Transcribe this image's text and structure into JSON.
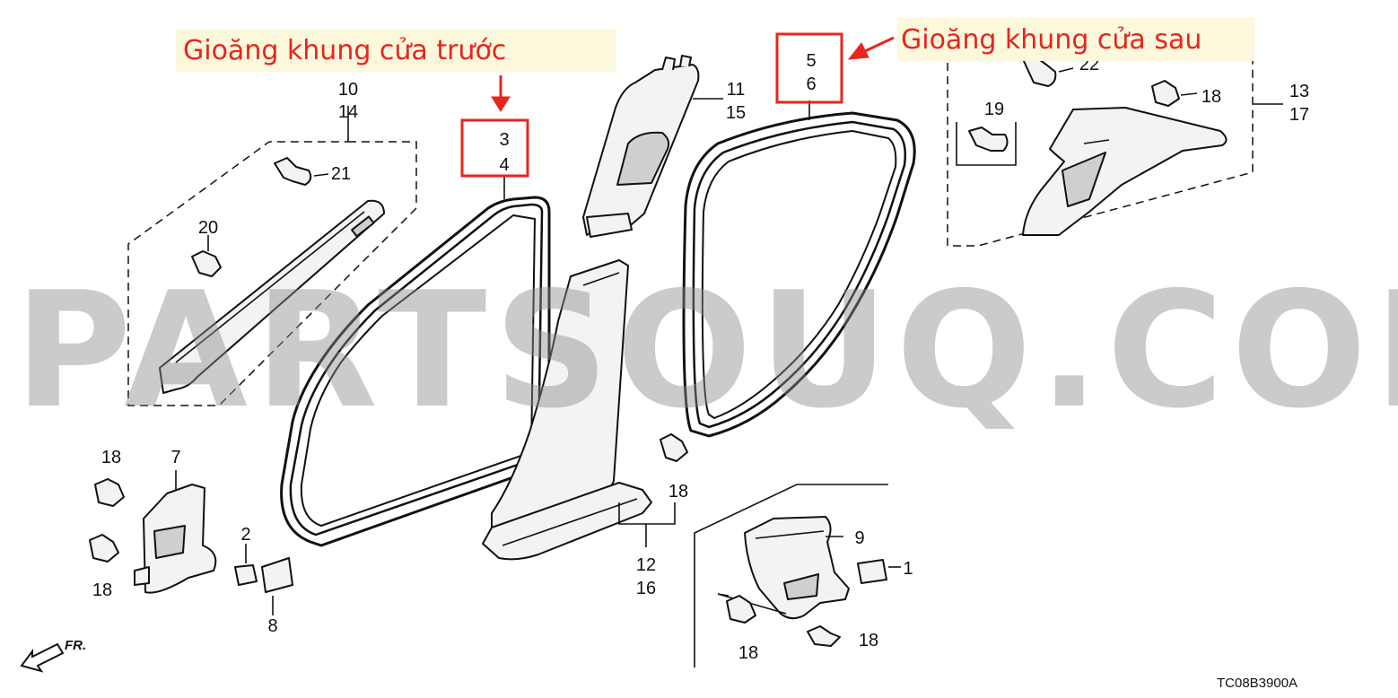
{
  "callouts": {
    "front": "Gioăng khung cửa trước",
    "rear": "Gioăng khung cửa sau",
    "color": "#e8251e"
  },
  "watermark": "PARTSOUQ.COM",
  "diagram_code": "TC08B3900A",
  "direction_label": "FR.",
  "part_numbers": {
    "p10": "10",
    "p14": "14",
    "p21": "21",
    "p20": "20",
    "p3": "3",
    "p4": "4",
    "p11": "11",
    "p15": "15",
    "p5": "5",
    "p6": "6",
    "p22": "22",
    "p19": "19",
    "p18_top": "18",
    "p13": "13",
    "p17": "17",
    "p18_left_top": "18",
    "p7": "7",
    "p18_left_bot": "18",
    "p2": "2",
    "p8": "8",
    "p18_mid": "18",
    "p12": "12",
    "p16": "16",
    "p9": "9",
    "p1": "1",
    "p18_br_left": "18",
    "p18_br_right": "18"
  }
}
